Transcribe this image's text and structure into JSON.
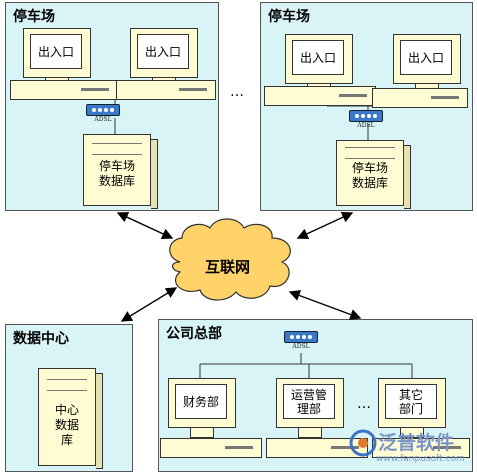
{
  "parking_left": {
    "title": "停车场",
    "pc1": "出入口",
    "pc2": "出入口",
    "modem": "ADSL",
    "db": "停车场\n数据库"
  },
  "parking_right": {
    "title": "停车场",
    "pc1": "出入口",
    "pc2": "出入口",
    "modem": "ADSL",
    "db": "停车场\n数据库"
  },
  "dots_top": "…",
  "cloud_label": "互联网",
  "data_center": {
    "title": "数据中心",
    "db": "中心\n数据\n库"
  },
  "hq": {
    "title": "公司总部",
    "modem": "ADSL",
    "pc_finance": "财务部",
    "pc_ops": "运营管\n理部",
    "pc_other": "其它\n部门",
    "dots": "…"
  },
  "watermark": {
    "brand": "泛普软件",
    "url": "www.fanpusoft.com"
  }
}
